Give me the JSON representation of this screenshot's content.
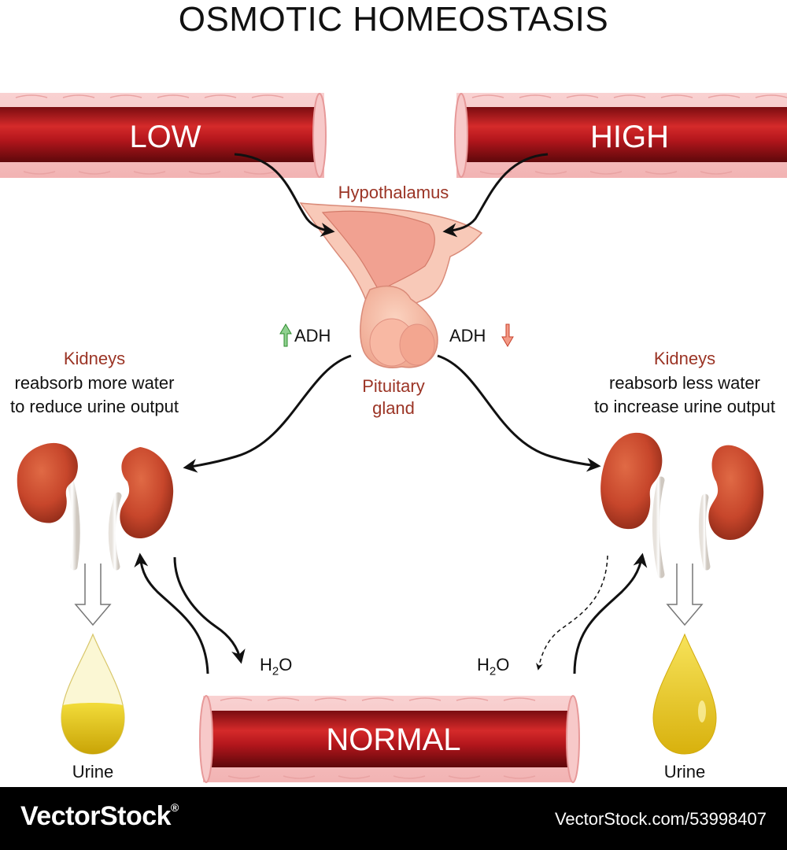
{
  "title": "OSMOTIC HOMEOSTASIS",
  "vessels": {
    "low": "LOW",
    "high": "HIGH",
    "normal": "NORMAL"
  },
  "labels": {
    "hypothalamus": "Hypothalamus",
    "pituitary_line1": "Pituitary",
    "pituitary_line2": "gland",
    "adh_left": "ADH",
    "adh_right": "ADH",
    "kidneys_left_title": "Kidneys",
    "kidneys_left_line1": "reabsorb more water",
    "kidneys_left_line2": "to reduce urine output",
    "kidneys_right_title": "Kidneys",
    "kidneys_right_line1": "reabsorb less water",
    "kidneys_right_line2": "to increase urine output",
    "water_left_base": "H",
    "water_left_sub": "2",
    "water_left_tail": "O",
    "water_right_base": "H",
    "water_right_sub": "2",
    "water_right_tail": "O",
    "urine_left": "Urine",
    "urine_right": "Urine"
  },
  "indicators": {
    "adh_left_arrow": "up-arrow-icon",
    "adh_right_arrow": "down-arrow-icon",
    "up_color": "#3aa63a",
    "down_color": "#e0523a"
  },
  "footer": {
    "brand": "VectorStock",
    "registered": "®",
    "image_id": "VectorStock.com/53998407"
  },
  "colors": {
    "vessel_red": "#b3161c",
    "vessel_wall": "#f6c3c3",
    "label_red": "#9b3425",
    "kidney": "#c7462b",
    "urine_left_fill": "#e1c21a",
    "urine_right_fill": "#edd021"
  }
}
